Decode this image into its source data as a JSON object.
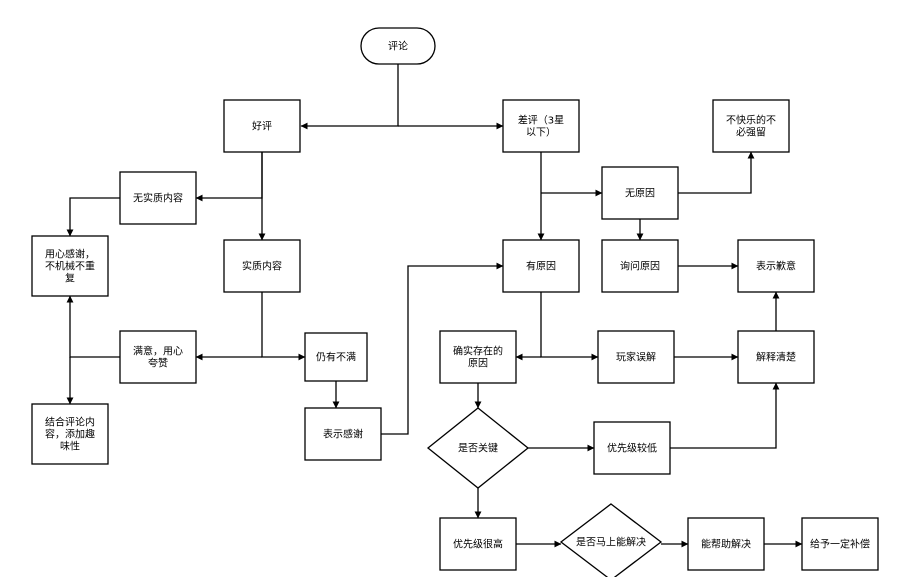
{
  "colors": {
    "stroke": "#000000",
    "fill": "#ffffff",
    "text": "#000000",
    "background": "#ffffff"
  },
  "nodes": {
    "comment": {
      "label": "评论",
      "shape": "terminator"
    },
    "good": {
      "label": "好评",
      "shape": "process"
    },
    "bad": {
      "label": "差评（3星以下）",
      "shape": "process"
    },
    "no_substance": {
      "label": "无实质内容",
      "shape": "process"
    },
    "substance": {
      "label": "实质内容",
      "shape": "process"
    },
    "thank_sincere": {
      "label": "用心感谢，不机械不重复",
      "shape": "process"
    },
    "satisfied": {
      "label": "满意，用心夸赞",
      "shape": "process"
    },
    "still_unhappy": {
      "label": "仍有不满",
      "shape": "process"
    },
    "combine": {
      "label": "结合评论内容，添加趣味性",
      "shape": "process"
    },
    "express_thanks": {
      "label": "表示感谢",
      "shape": "process"
    },
    "no_reason": {
      "label": "无原因",
      "shape": "process"
    },
    "dont_keep": {
      "label": "不快乐的不必强留",
      "shape": "process"
    },
    "ask_reason": {
      "label": "询问原因",
      "shape": "process"
    },
    "has_reason": {
      "label": "有原因",
      "shape": "process"
    },
    "apology": {
      "label": "表示歉意",
      "shape": "process"
    },
    "real_reason": {
      "label": "确实存在的原因",
      "shape": "process"
    },
    "misunderstand": {
      "label": "玩家误解",
      "shape": "process"
    },
    "explain": {
      "label": "解释清楚",
      "shape": "process"
    },
    "is_key": {
      "label": "是否关键",
      "shape": "decision"
    },
    "low_priority": {
      "label": "优先级较低",
      "shape": "process"
    },
    "high_priority": {
      "label": "优先级很高",
      "shape": "process"
    },
    "can_solve_now": {
      "label": "是否马上能解决",
      "shape": "decision"
    },
    "can_help": {
      "label": "能帮助解决",
      "shape": "process"
    },
    "compensate": {
      "label": "给予一定补偿",
      "shape": "process"
    }
  }
}
